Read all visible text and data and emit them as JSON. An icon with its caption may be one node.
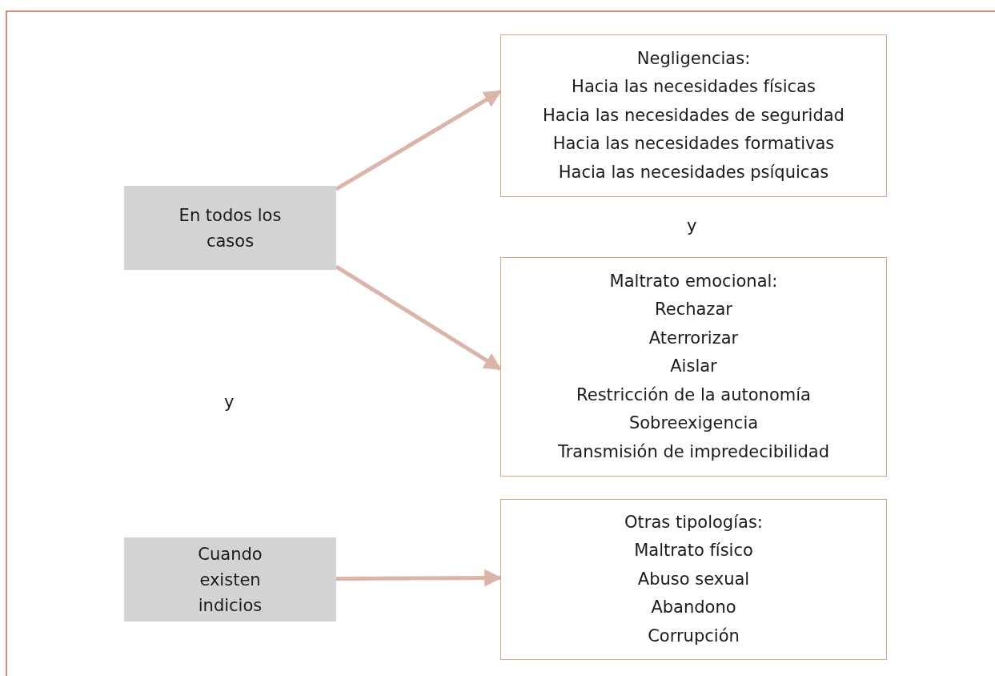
{
  "diagram": {
    "nodes": [
      {
        "text": [
          "En todos los casos"
        ]
      },
      {
        "text": [
          "Negligencias:",
          "Hacia las necesidades físicas",
          "Hacia las necesidades de seguridad",
          "Hacia las necesidades formativas",
          "Hacia las necesidades psíquicas"
        ]
      },
      {
        "text": [
          "Maltrato emocional:",
          "Rechazar",
          "Aterrorizar",
          "Aislar",
          "Restricción de la autonomía",
          "Sobreexigencia",
          "Transmisión de impredecibilidad"
        ]
      },
      {
        "text": [
          "Cuando existen indicios"
        ]
      },
      {
        "text": [
          "Otras tipologías:",
          "Maltrato físico",
          "Abuso sexual",
          "Abandono",
          "Corrupción"
        ]
      }
    ],
    "edges": [
      {
        "from": 0,
        "to": 1,
        "arrow": "to"
      },
      {
        "from": 0,
        "to": 2,
        "arrow": "to"
      },
      {
        "from": 3,
        "to": 4,
        "arrow": "to"
      }
    ],
    "labels": [
      "y",
      "y"
    ]
  }
}
